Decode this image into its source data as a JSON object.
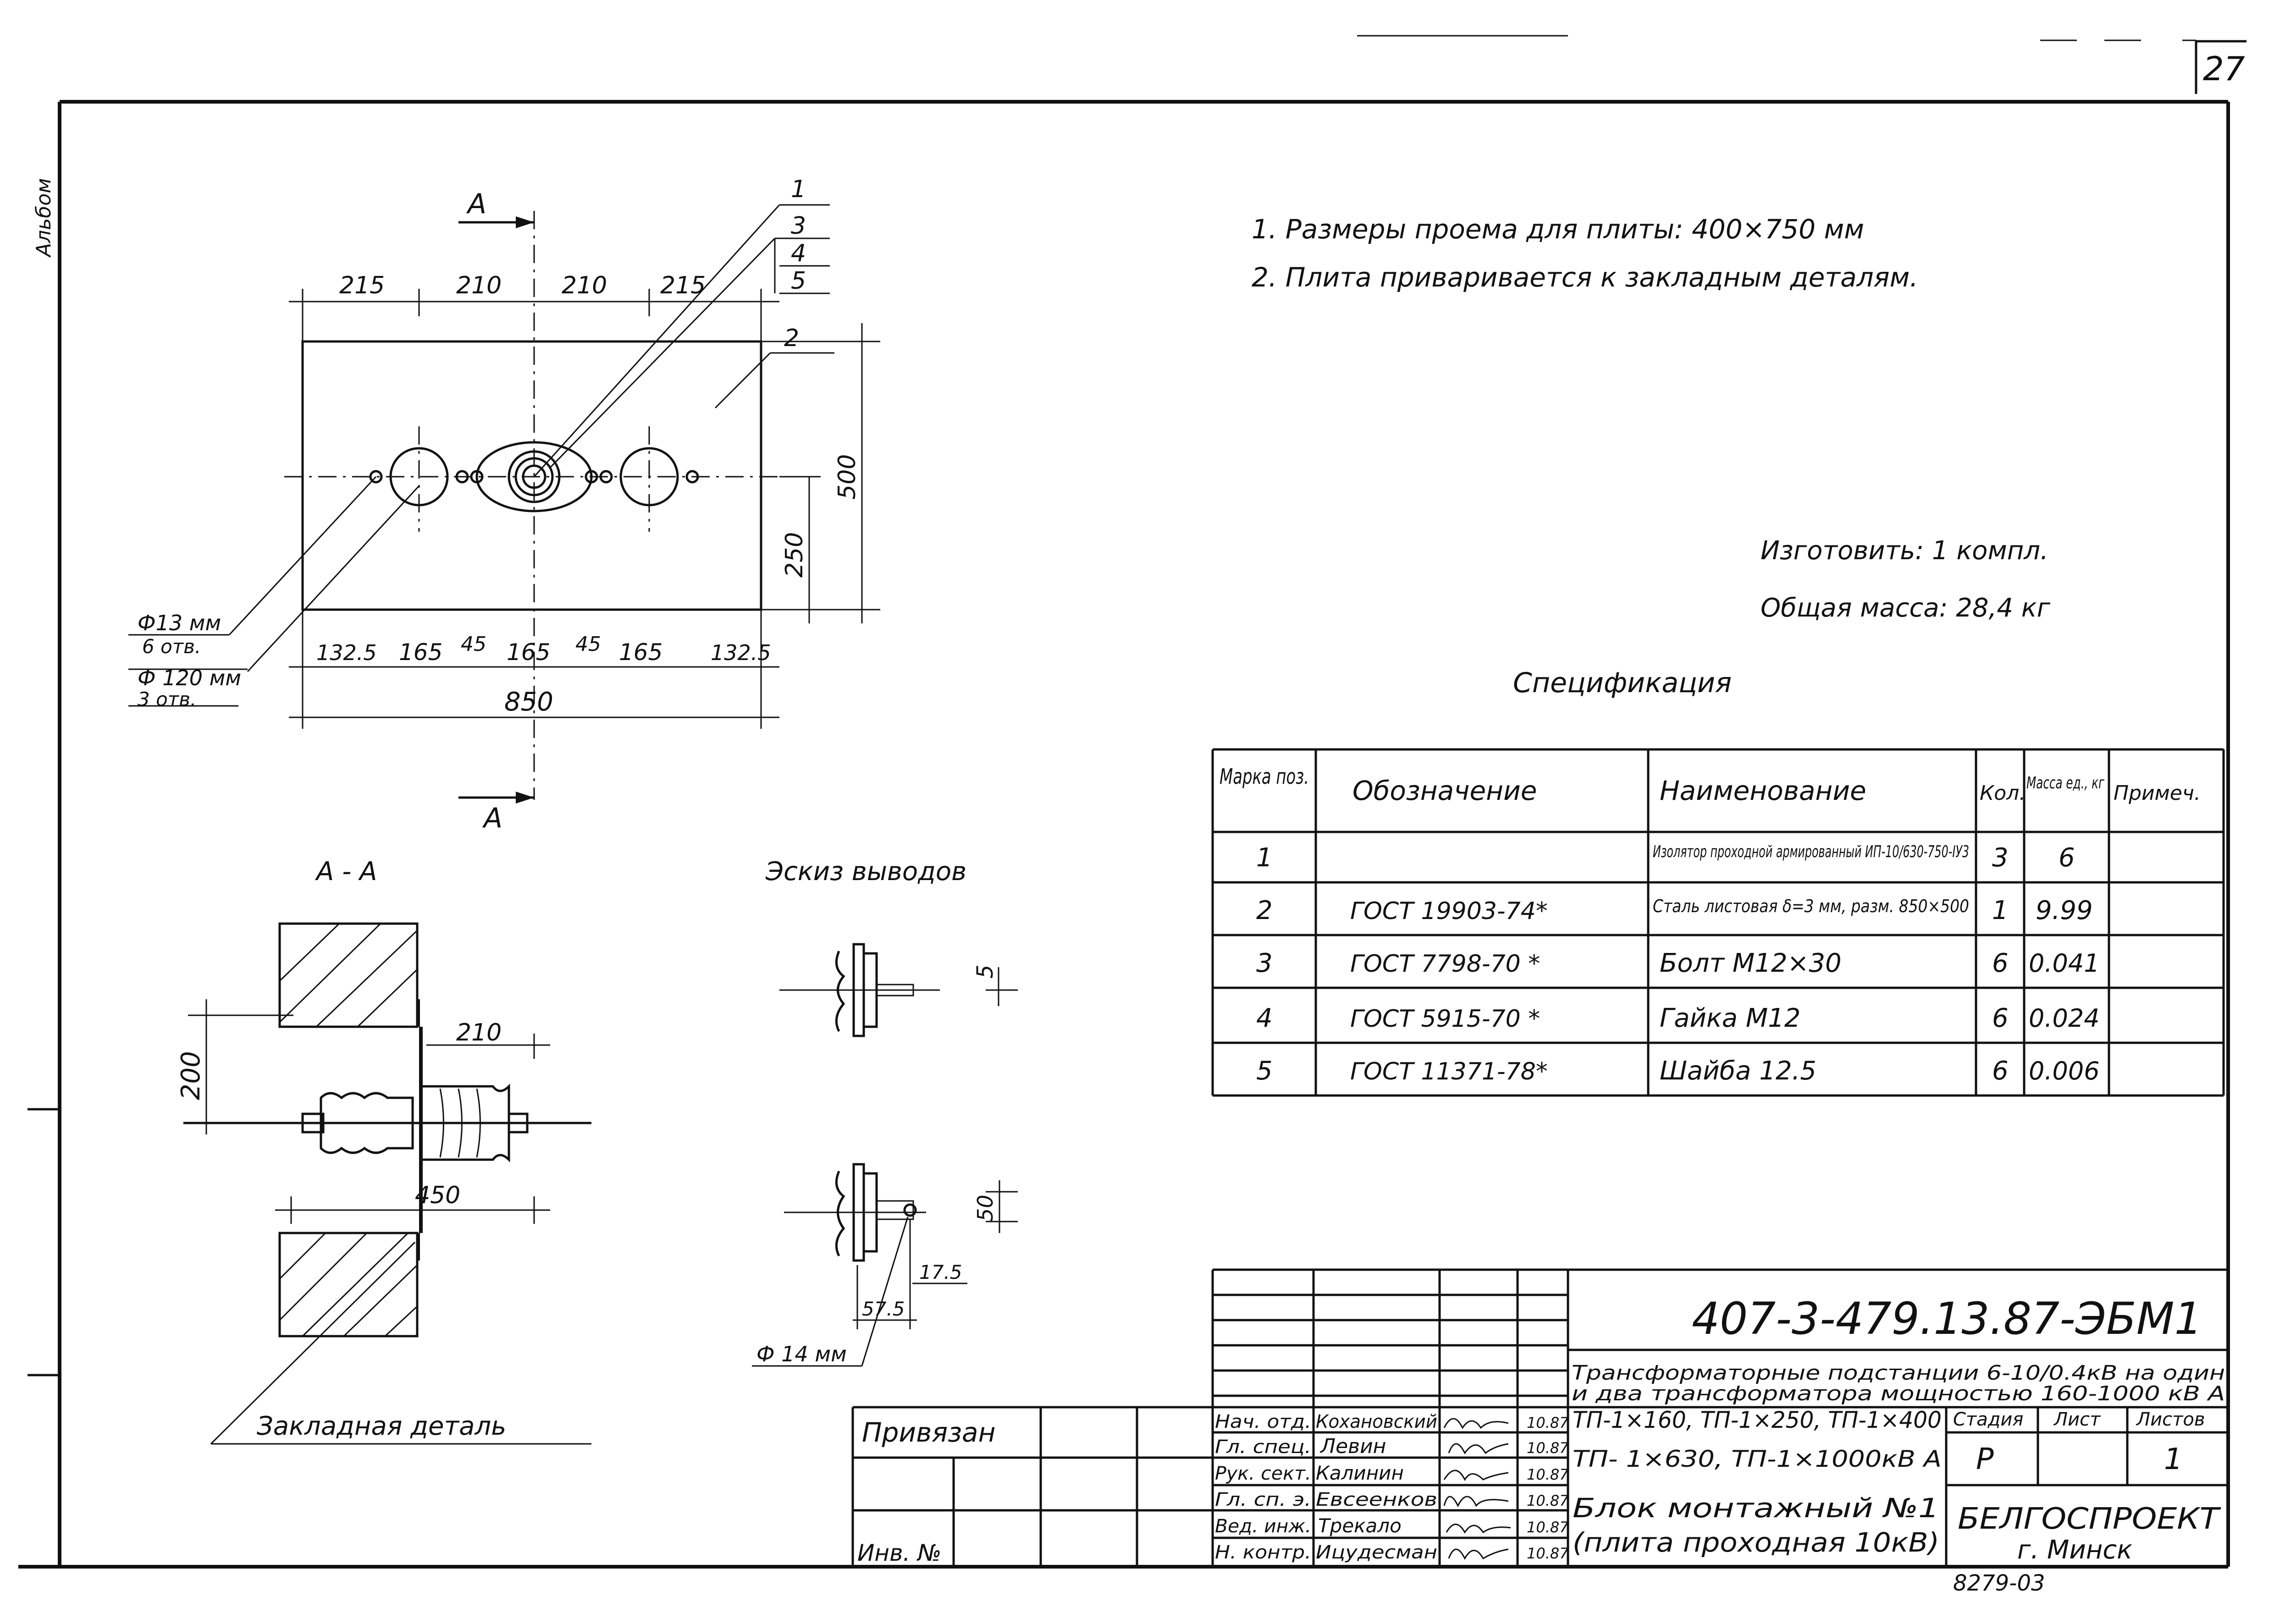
{
  "sheet_number": "27",
  "margin_note": "Альбом",
  "notes": [
    "1. Размеры проема для плиты: 400×750 мм",
    "2. Плита приваривается к закладным деталям."
  ],
  "manufacture": "Изготовить: 1 компл.",
  "total_mass": "Общая масса: 28,4 кг",
  "spec_title": "Спецификация",
  "spec_headers": [
    "Марка поз.",
    "Обозначение",
    "Наименование",
    "Кол.",
    "Масса ед., кг",
    "Примеч."
  ],
  "spec_rows": [
    {
      "pos": "1",
      "code": "",
      "name": "Изолятор проходной армированный ИП-10/630-750-IУ3",
      "qty": "3",
      "mass": "6",
      "note": ""
    },
    {
      "pos": "2",
      "code": "ГОСТ 19903-74*",
      "name": "Сталь листовая δ=3 мм, разм. 850×500",
      "qty": "1",
      "mass": "9.99",
      "note": ""
    },
    {
      "pos": "3",
      "code": "ГОСТ 7798-70 *",
      "name": "Болт М12×30",
      "qty": "6",
      "mass": "0.041",
      "note": ""
    },
    {
      "pos": "4",
      "code": "ГОСТ 5915-70 *",
      "name": "Гайка М12",
      "qty": "6",
      "mass": "0.024",
      "note": ""
    },
    {
      "pos": "5",
      "code": "ГОСТ 11371-78*",
      "name": "Шайба 12.5",
      "qty": "6",
      "mass": "0.006",
      "note": ""
    }
  ],
  "plan": {
    "section_mark": "А",
    "top_dims": [
      "215",
      "210",
      "210",
      "215"
    ],
    "bottom_dims": [
      "132.5",
      "165",
      "45",
      "165",
      "45",
      "165",
      "132.5"
    ],
    "overall_width": "850",
    "height": "500",
    "half_height": "250",
    "hole_small": [
      "Ф13 мм",
      "6 отв."
    ],
    "hole_large": [
      "Ф 120 мм",
      "3 отв."
    ],
    "callouts": [
      "1",
      "3",
      "4",
      "5",
      "2"
    ]
  },
  "section": {
    "title": "А - А",
    "dim_200": "200",
    "dim_210": "210",
    "dim_450": "450",
    "embedded_part": "Закладная деталь"
  },
  "sketch": {
    "title": "Эскиз выводов",
    "dim_5": "5",
    "dim_50": "50",
    "dim_17_5": "17.5",
    "dim_57_5": "57.5",
    "hole_dia": "Ф 14 мм"
  },
  "title_block": {
    "doc_code": "407-3-479.13.87-ЭБМ1",
    "project_line1": "Трансформаторные подстанции 6-10/0.4кВ на один",
    "project_line2": "и два трансформатора мощностью 160-1000 кВ А",
    "variants_line1": "ТП-1×160, ТП-1×250, ТП-1×400",
    "variants_line2": "ТП- 1×630, ТП-1×1000кВ А",
    "sheet_title_line1": "Блок монтажный №1",
    "sheet_title_line2": "(плита проходная 10кВ)",
    "stage_label": "Стадия",
    "sheet_label": "Лист",
    "sheets_label": "Листов",
    "stage": "Р",
    "sheets": "1",
    "org_line1": "БЕЛГОСПРОЕКТ",
    "org_line2": "г. Минск",
    "tied": "Привязан",
    "inv_no": "Инв. №",
    "stamp_bottom": "8279-03",
    "staff": [
      {
        "role": "Нач. отд.",
        "name": "Кохановский",
        "date": "10.87"
      },
      {
        "role": "Гл. спец.",
        "name": "Левин",
        "date": "10.87"
      },
      {
        "role": "Рук. сект.",
        "name": "Калинин",
        "date": "10.87"
      },
      {
        "role": "Гл. сп. э.",
        "name": "Евсеенков",
        "date": "10.87"
      },
      {
        "role": "Вед. инж.",
        "name": "Трекало",
        "date": "10.87"
      },
      {
        "role": "Н. контр.",
        "name": "Ицудесман",
        "date": "10.87"
      }
    ]
  }
}
